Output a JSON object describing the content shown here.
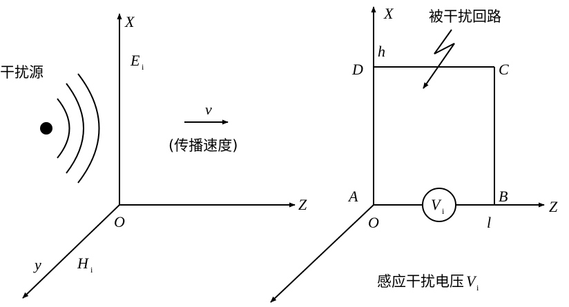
{
  "left_figure": {
    "source_label": "干扰源",
    "axis_x": "X",
    "axis_z": "Z",
    "axis_y": "y",
    "origin": "O",
    "e_field": "E",
    "e_field_sub": "i",
    "h_field": "H",
    "h_field_sub": "i",
    "velocity": "v",
    "velocity_caption": "(传播速度)"
  },
  "right_figure": {
    "loop_label": "被干扰回路",
    "axis_x": "X",
    "axis_z": "Z",
    "origin": "O",
    "point_a": "A",
    "point_b": "B",
    "point_c": "C",
    "point_d": "D",
    "height": "h",
    "length": "l",
    "meter": "V",
    "meter_sub": "i",
    "caption": "感应干扰电压",
    "caption_var": "V",
    "caption_sub": "i"
  },
  "colors": {
    "ink": "#000000",
    "background": "#ffffff"
  }
}
